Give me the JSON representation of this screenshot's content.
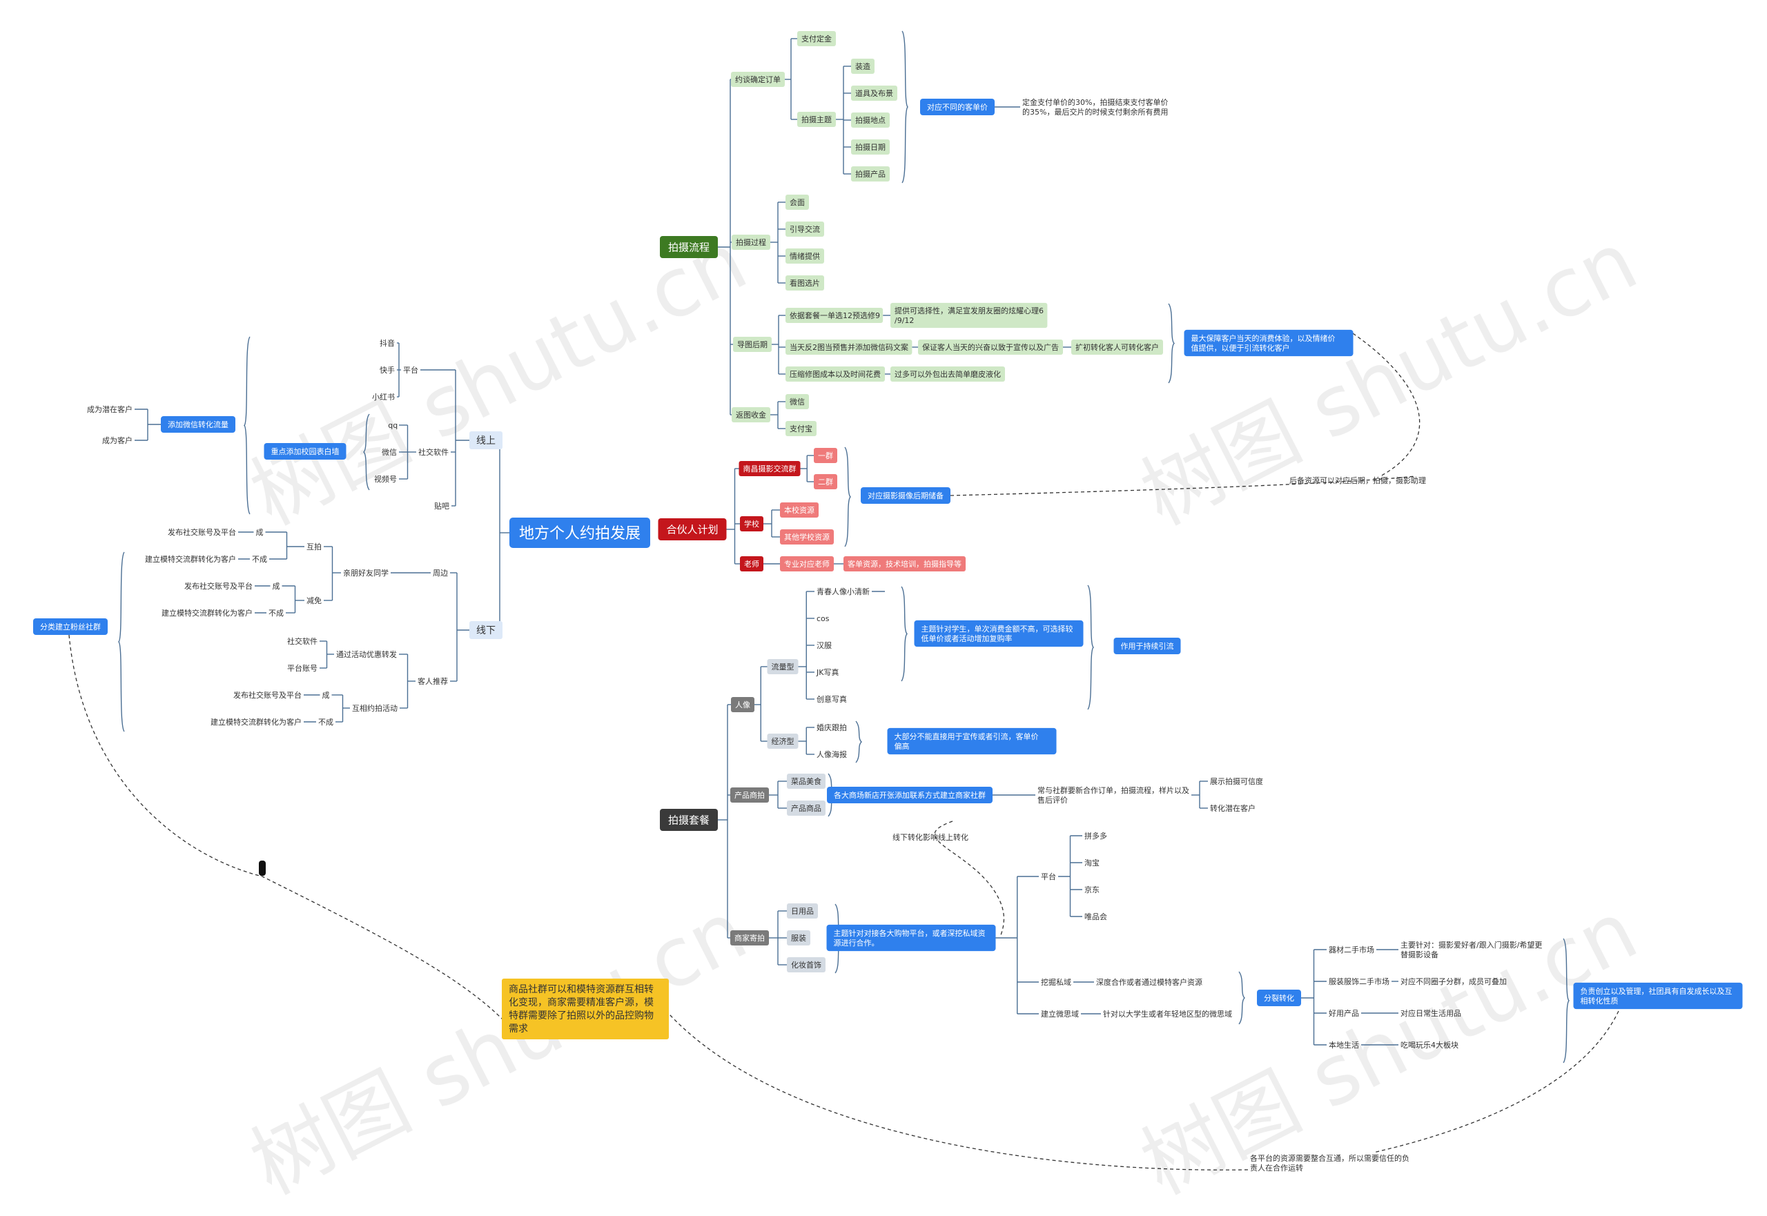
{
  "colors": {
    "line": "#4a6e93",
    "root": "#2f80ed",
    "green_dark": "#3d7a22",
    "red_dark": "#c4161c",
    "gray_dark": "#3a3a3a",
    "light_green": "#cfe8c6",
    "light_red": "#ef7a7a",
    "light_blue": "#dde9f8",
    "light_gray": "#d4dbe3",
    "sticky": "#f6c325"
  },
  "watermark": "树图 shutu.cn",
  "root": "地方个人约拍发展",
  "top": {
    "b1": {
      "label": "拍摄流程",
      "c1": {
        "label": "约谈确定订单",
        "d1": "支付定金",
        "d2": "拍摄主题",
        "items": [
          "装造",
          "道具及布景",
          "拍摄地点",
          "拍摄日期",
          "拍摄产品"
        ],
        "price": "对应不同的客单价",
        "price_note": "定金支付单价的30%，拍摄结束支付客单价的35%，最后交片的时候支付剩余所有费用"
      },
      "c2": {
        "label": "拍摄过程",
        "items": [
          "会面",
          "引导交流",
          "情绪提供",
          "看图选片"
        ]
      },
      "c3": {
        "label": "导图后期",
        "rows": [
          {
            "a": "依据套餐一单选12预选修9",
            "b": "提供可选择性，满足宣发朋友圈的炫耀心理6/9/12"
          },
          {
            "a": "当天反2图当预售并添加微信码文案",
            "b": "保证客人当天的兴奋以致于宣传以及广告",
            "c": "扩初转化客人可转化客户"
          },
          {
            "a": "压缩修图成本以及时间花费",
            "b": "过多可以外包出去简单磨皮液化"
          }
        ],
        "summary": "最大保障客户当天的消费体验，以及情绪价值提供，以便于引流转化客户"
      },
      "c4": {
        "label": "返图收金",
        "items": [
          "微信",
          "支付宝"
        ]
      }
    },
    "b2": {
      "label": "合伙人计划",
      "c1": {
        "label": "南昌摄影交流群",
        "items": [
          "一群",
          "二群"
        ]
      },
      "c2": {
        "label": "学校",
        "items": [
          "本校资源",
          "其他学校资源"
        ]
      },
      "c3": {
        "label": "老师",
        "items": [
          "专业对应老师",
          "客单资源，技术培训，拍摄指导等"
        ]
      },
      "summary": "对应摄影摄像后期储备",
      "link_note": "后备资源可以对应后期，拍摄，摄影助理"
    },
    "b3": {
      "label": "拍摄套餐",
      "c1": {
        "label": "人像",
        "d1": {
          "label": "流量型",
          "items": [
            "青春人像小清新",
            "cos",
            "汉服",
            "JK写真",
            "创意写真"
          ],
          "note": "主题针对学生，单次消费金额不高，可选择较低单价或者活动增加复购率",
          "note2": "作用于持续引流"
        },
        "d2": {
          "label": "经济型",
          "items": [
            "婚庆跟拍",
            "人像海报"
          ],
          "note": "大部分不能直接用于宣传或者引流，客单价偏高"
        }
      },
      "c2": {
        "label": "产品商拍",
        "items": [
          "菜品美食",
          "产品商品"
        ],
        "note": "各大商场新店开张添加联系方式建立商家社群",
        "note2": "常与社群要新合作订单，拍摄流程，样片以及售后评价",
        "items2": [
          "展示拍摄可信度",
          "转化潜在客户"
        ],
        "link_note": "线下转化影响线上转化"
      },
      "c3": {
        "label": "商家寄拍",
        "items": [
          "日用品",
          "服装",
          "化妆首饰"
        ],
        "note": "主题针对对接各大购物平台，或者深挖私域资源进行合作。",
        "platform": {
          "label": "平台",
          "items": [
            "拼多多",
            "淘宝",
            "京东",
            "唯品会"
          ]
        },
        "private": {
          "label": "挖掘私域",
          "note": "深度合作或者通过模特客户资源"
        },
        "weishequ": {
          "label": "建立微思域",
          "note": "针对以大学生或者年轻地区型的微思域"
        },
        "split": {
          "label": "分裂转化",
          "rows": [
            {
              "a": "器材二手市场",
              "b": "主要针对：摄影爱好者/跟入门摄影/希望更替摄影设备"
            },
            {
              "a": "服装服饰二手市场",
              "b": "对应不同圈子分群，成员可叠加"
            },
            {
              "a": "好用产品",
              "b": "对应日常生活用品"
            },
            {
              "a": "本地生活",
              "b": "吃喝玩乐4大板块"
            }
          ],
          "summary": "负责创立以及管理，社团具有自发成长以及互相转化性质"
        }
      },
      "bottom_note": "各平台的资源需要整合互通，所以需要信任的负责人在合作运转"
    }
  },
  "left": {
    "online": {
      "label": "线上",
      "platform": {
        "label": "平台",
        "items": [
          "抖音",
          "快手",
          "小红书"
        ]
      },
      "social": {
        "label": "社交软件",
        "items": [
          "qq",
          "微信",
          "视频号"
        ]
      },
      "tieba": "贴吧",
      "focus": "重点添加校园表白墙",
      "wechat": "添加微信转化流量",
      "wechat_items": [
        "成为潜在客户",
        "成为客户"
      ]
    },
    "offline": {
      "label": "线下",
      "around": "周边",
      "friends": "亲朋好友同学",
      "mutual": {
        "label": "互拍",
        "a": "发布社交账号及平台",
        "a_r": "成",
        "b": "建立模特交流群转化为客户",
        "b_r": "不成"
      },
      "free": {
        "label": "减免",
        "a": "发布社交账号及平台",
        "a_r": "成",
        "b": "建立模特交流群转化为客户",
        "b_r": "不成"
      },
      "referral": "客人推荐",
      "promo": {
        "label": "通过活动优惠转发",
        "items": [
          "社交软件",
          "平台账号"
        ]
      },
      "mutual2": {
        "label": "互相约拍活动",
        "a": "发布社交账号及平台",
        "a_r": "成",
        "b": "建立模特交流群转化为客户",
        "b_r": "不成"
      }
    },
    "community": "分类建立粉丝社群"
  },
  "sticky": "商品社群可以和模特资源群互相转化变现，商家需要精准客户源，模特群需要除了拍照以外的品控购物需求"
}
